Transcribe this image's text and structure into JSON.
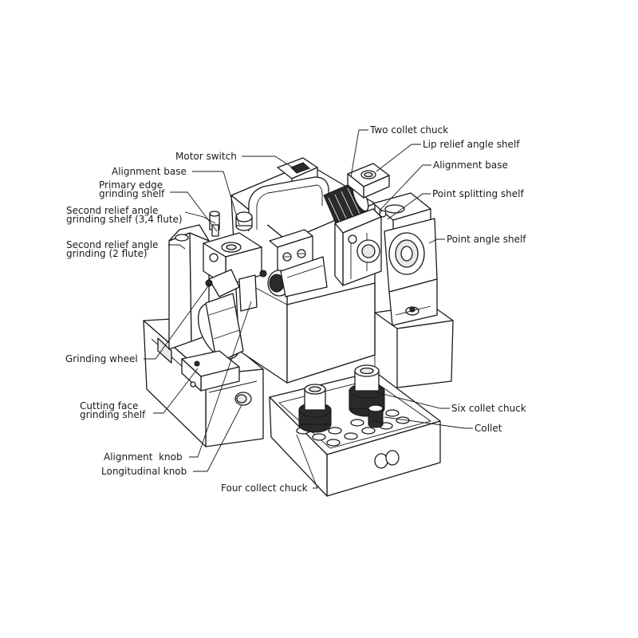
{
  "labels": {
    "two_collet_chuck": "Two collet chuck",
    "lip_relief_angle_shelf": "Lip relief angle shelf",
    "motor_switch": "Motor switch",
    "alignment_base_left": "Alignment base",
    "alignment_base_right": "Alignment base",
    "primary_edge_line1": "Primary edge",
    "primary_edge_line2": "grinding shelf",
    "point_splitting_shelf": "Point splitting shelf",
    "second_relief_34_line1": "Second relief angle",
    "second_relief_34_line2": "grinding shelf (3,4 flute)",
    "point_angle_shelf": "Point angle shelf",
    "second_relief_2_line1": "Second relief angle",
    "second_relief_2_line2": "grinding (2 flute)",
    "grinding_wheel": "Grinding wheel",
    "six_collet_chuck": "Six collet chuck",
    "cutting_face_line1": "Cutting face",
    "cutting_face_line2": "grinding shelf",
    "collet": "Collet",
    "alignment_knob": "Alignment  knob",
    "longitudinal_knob": "Longitudinal knob",
    "four_collect_chuck": "Four collect chuck"
  }
}
